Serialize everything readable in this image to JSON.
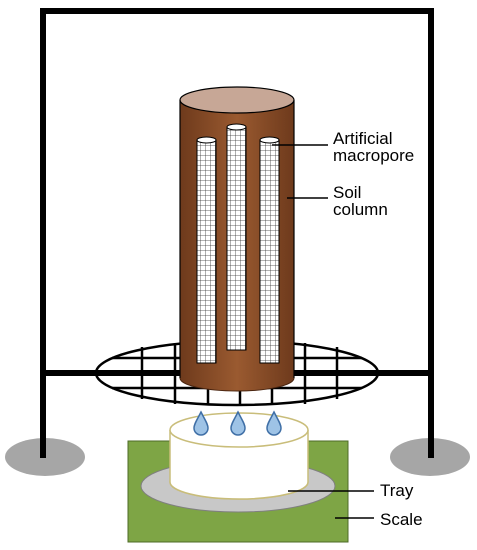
{
  "labels": {
    "macropore_line1": "Artificial",
    "macropore_line2": "macropore",
    "soil_line1": "Soil",
    "soil_line2": "column",
    "tray": "Tray",
    "scale": "Scale"
  },
  "colors": {
    "frame": "#000000",
    "foot": "#a6a6a6",
    "soil": "#8a4b25",
    "soil_top": "#c7a796",
    "macropore_fill": "#ffffff",
    "drop": "#9ec3e6",
    "drop_stroke": "#3f6fa6",
    "tray_fill": "#ffffff",
    "tray_stroke": "#c9bd7a",
    "scale_fill": "#7ea545",
    "scale_plate": "#c8c8c8"
  }
}
